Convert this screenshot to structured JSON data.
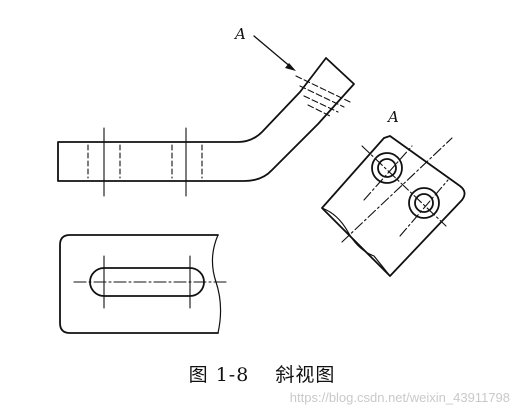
{
  "view_labels": {
    "arrow_label": "A",
    "aux_view_label": "A"
  },
  "caption": {
    "number": "图 1-8",
    "title": "斜视图"
  },
  "watermark": "https://blog.csdn.net/weixin_43911798"
}
